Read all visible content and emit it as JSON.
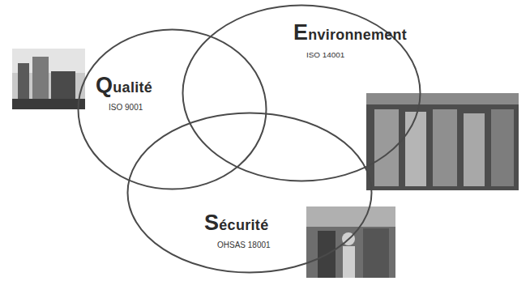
{
  "diagram": {
    "nodes": [
      {
        "text": [
          "Qualité",
          "ISO 9001"
        ]
      },
      {
        "text": [
          "Environnement",
          "ISO 14001"
        ]
      },
      {
        "text": [
          "Sécurité",
          "OHSAS 18001"
        ]
      }
    ]
  }
}
